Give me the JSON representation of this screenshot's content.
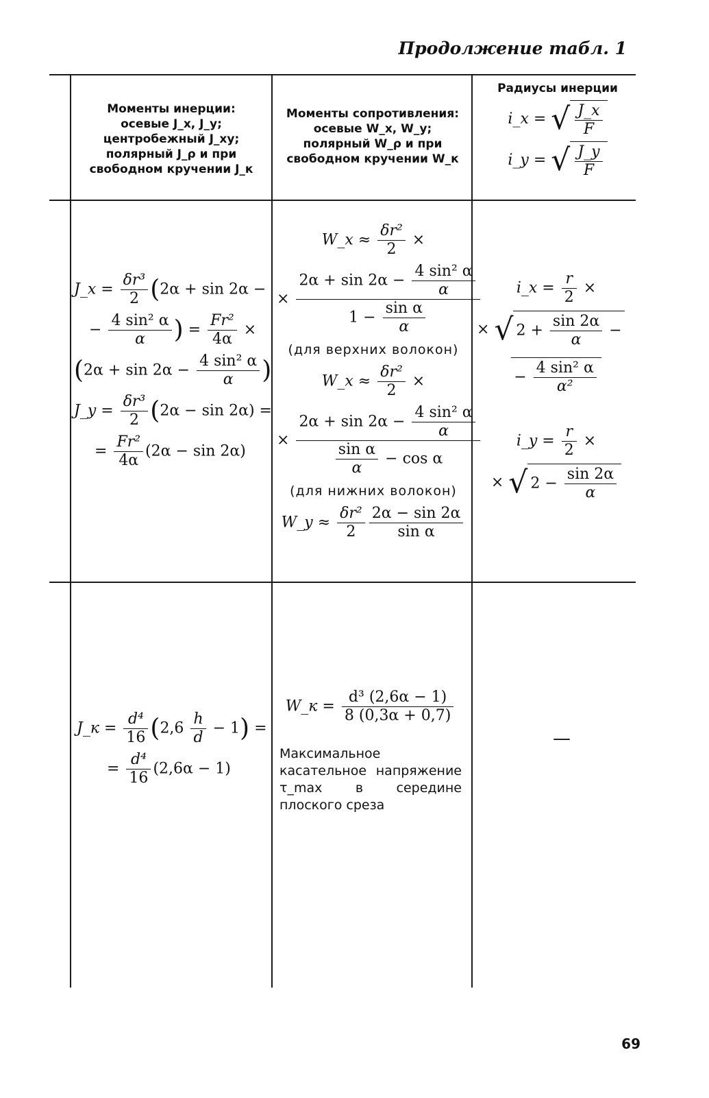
{
  "caption": "Продолжение табл. 1",
  "page_number": "69",
  "header": {
    "col1": [
      "Моменты инерции:",
      "осевые J_x, J_y;",
      "центробежный J_xy;",
      "полярный J_ρ и при",
      "свободном кручении J_к"
    ],
    "col2": [
      "Моменты сопротивления:",
      "осевые W_x, W_y;",
      "полярный W_ρ и при",
      "свободном кручении W_к"
    ],
    "col3_title": "Радиусы инерции",
    "col3_ix": "i_x =",
    "col3_iy": "i_y =",
    "col3_ix_num": "J_x",
    "col3_iy_num": "J_y",
    "col3_den": "F"
  },
  "row1": {
    "col1": {
      "jx_lhs": "J_x =",
      "jx_frac_num": "δr³",
      "jx_frac_den": "2",
      "jx_part1": "2α + sin 2α −",
      "jx_frac2_num": "4 sin² α",
      "jx_frac2_den": "α",
      "jx_eq": "=",
      "jx_frac3_num": "Fr²",
      "jx_frac3_den": "4α",
      "jx_times": "×",
      "jx_part2": "2α + sin 2α −",
      "jy_lhs": "J_y =",
      "jy_part1": "2α − sin 2α) =",
      "jy_frac_num": "Fr²",
      "jy_frac_den": "4α",
      "jy_part2": "(2α − sin 2α)"
    },
    "col2": {
      "wx_lhs": "W_x ≈",
      "wx_frac_num": "δr²",
      "wx_frac_den": "2",
      "wx_upper_num_a": "2α + sin 2α −",
      "wx_upper_num_frac_num": "4 sin² α",
      "wx_upper_num_frac_den": "α",
      "wx_upper_den_a": "1 −",
      "wx_upper_den_frac_num": "sin α",
      "wx_upper_den_frac_den": "α",
      "note_upper": "(для верхних волокон)",
      "wx_lower_den_frac_num": "sin α",
      "wx_lower_den_frac_den": "α",
      "wx_lower_den_b": "− cos α",
      "note_lower": "(для нижних волокон)",
      "wy_lhs": "W_y ≈",
      "wy_frac_num": "δr²",
      "wy_frac_den": "2",
      "wy_frac2_num": "2α − sin 2α",
      "wy_frac2_den": "sin α"
    },
    "col3": {
      "ix_lhs": "i_x =",
      "ix_frac_num": "r",
      "ix_frac_den": "2",
      "ix_rad_a": "2 +",
      "ix_rad_frac_num": "sin 2α",
      "ix_rad_frac_den": "α",
      "ix_rad_b": "−",
      "ix_rad2_frac_num": "4 sin² α",
      "ix_rad2_frac_den": "α²",
      "iy_lhs": "i_y =",
      "iy_rad_a": "2 −",
      "iy_rad_frac_num": "sin 2α",
      "iy_rad_frac_den": "α"
    }
  },
  "row2": {
    "col1": {
      "jk_lhs": "J_к =",
      "jk_frac_num": "d⁴",
      "jk_frac_den": "16",
      "jk_part1": "2,6",
      "jk_hd_num": "h",
      "jk_hd_den": "d",
      "jk_part2": "− 1",
      "jk_eq": "=",
      "jk_part3": "(2,6α − 1)"
    },
    "col2": {
      "wk_lhs": "W_к =",
      "wk_frac_num": "d³ (2,6α − 1)",
      "wk_frac_den": "8 (0,3α + 0,7)",
      "text": "Максимальное касательное напряжение τ_max в середине плоского среза"
    },
    "col3": {
      "value": "—"
    }
  }
}
